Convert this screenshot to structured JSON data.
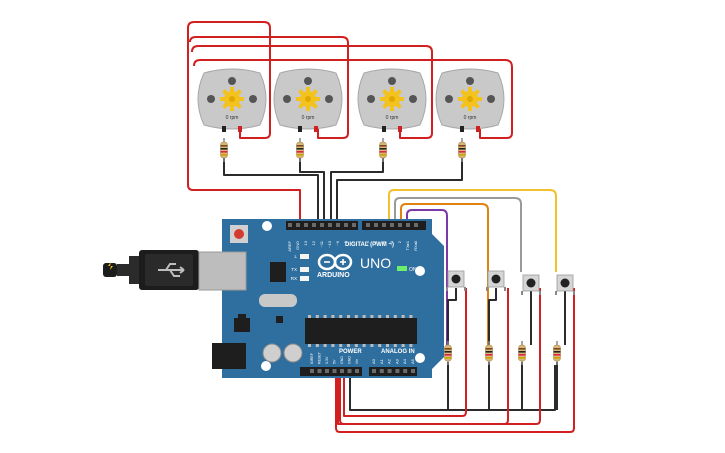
{
  "motors": [
    {
      "speed_label": "0 rpm"
    },
    {
      "speed_label": "0 rpm"
    },
    {
      "speed_label": "0 rpm"
    },
    {
      "speed_label": "0 rpm"
    }
  ],
  "arduino": {
    "brand_label": "ARDUINO",
    "model_label": "UNO",
    "on_label": "ON",
    "digital_header": "DIGITAL (PWM ~)",
    "power_header": "POWER",
    "analog_header": "ANALOG IN",
    "led_labels": [
      "L",
      "TX",
      "RX"
    ],
    "top_pins": [
      "AREF",
      "GND",
      "13",
      "12",
      "~11",
      "~10",
      "~9",
      "8",
      "7",
      "~6",
      "~5",
      "4",
      "~3",
      "2",
      "TX▸1",
      "RX◂0"
    ],
    "power_pins": [
      "IOREF",
      "RESET",
      "3.3V",
      "5V",
      "GND",
      "GND",
      "Vin"
    ],
    "analog_pins": [
      "A0",
      "A1",
      "A2",
      "A3",
      "A4",
      "A5"
    ]
  },
  "colors": {
    "board": "#2f6f9f",
    "wire_red": "#d21f1f",
    "wire_black": "#2b2b2b",
    "wire_yellow": "#f2c12e",
    "wire_orange": "#e0820f",
    "wire_gray": "#9a9a9a",
    "wire_purple": "#7b3aa6",
    "motor_body": "#c9c9c9",
    "gear": "#f4c21c"
  }
}
